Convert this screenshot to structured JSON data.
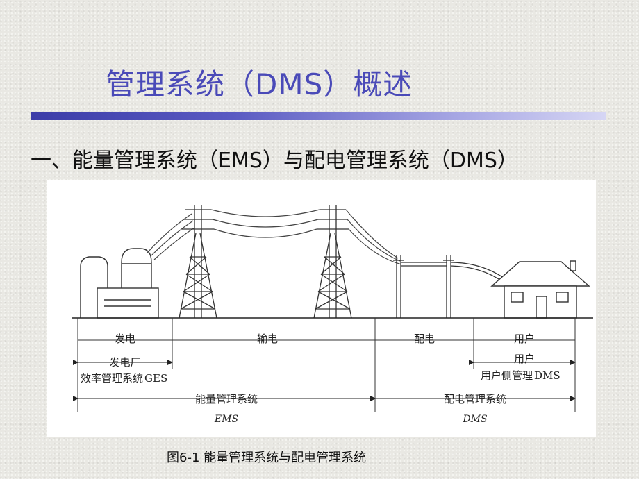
{
  "slide": {
    "title": "管理系统（DMS）概述",
    "subtitle": "一、能量管理系统（EMS）与配电管理系统（DMS）",
    "caption": "图6-1 能量管理系统与配电管理系统"
  },
  "diagram": {
    "sections": {
      "generation": "发电",
      "transmission": "输电",
      "distribution": "配电",
      "customer": "用户"
    },
    "plant": "发电厂",
    "customer_side": "用户",
    "ges_label": "效率管理系统",
    "ges_abbr": "GES",
    "customer_mgmt_label": "用户侧管理",
    "customer_mgmt_abbr": "DMS",
    "ems_label": "能量管理系统",
    "ems_abbr": "EMS",
    "dms_label": "配电管理系统",
    "dms_abbr": "DMS"
  }
}
